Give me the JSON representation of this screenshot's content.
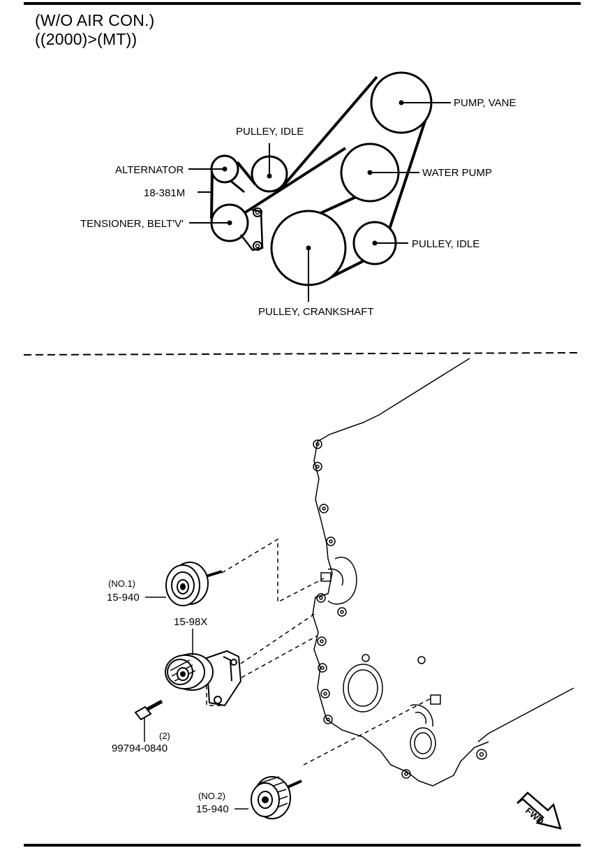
{
  "header": {
    "line1": "(W/O AIR CON.)",
    "line2": "((2000)>(MT))"
  },
  "belt_diagram": {
    "labels": {
      "pump_vane": "PUMP, VANE",
      "pulley_idle_top": "PULLEY, IDLE",
      "alternator": "ALTERNATOR",
      "belt_part": "18-381M",
      "tensioner": "TENSIONER, BELT'V'",
      "water_pump": "WATER PUMP",
      "pulley_idle_right": "PULLEY, IDLE",
      "crankshaft": "PULLEY, CRANKSHAFT"
    }
  },
  "exploded_view": {
    "labels": {
      "no1_tag": "(NO.1)",
      "no1_part": "15-940",
      "tensioner_part": "15-98X",
      "bolt_qty": "(2)",
      "bolt_part": "99794-0840",
      "no2_tag": "(NO.2)",
      "no2_part": "15-940",
      "fwd": "FWD"
    }
  }
}
